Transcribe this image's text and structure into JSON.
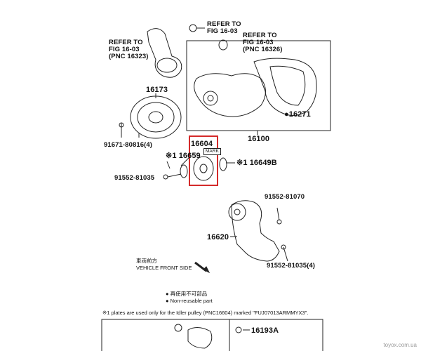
{
  "refs": {
    "ref1": [
      "REFER TO",
      "FIG 16-03"
    ],
    "ref2": [
      "REFER TO",
      "FIG 16-03",
      "(PNC 16323)"
    ],
    "ref3": [
      "REFER TO",
      "FIG 16-03",
      "(PNC 16326)"
    ]
  },
  "parts": {
    "p16173": "16173",
    "p91671": "91671-80816(4)",
    "p16271": "●16271",
    "p16100": "16100",
    "p16604": "16604",
    "mark": "MARK",
    "p16659": "※1 16659",
    "p16649B": "※1 16649B",
    "p91552a": "91552-81035",
    "p91552b": "91552-81070",
    "p16620": "16620",
    "p91552c": "91552-81035(4)",
    "p16193A": "16193A"
  },
  "notes": {
    "front_jp": "車両前方",
    "front_en": "VEHICLE FRONT SIDE",
    "legend_jp": "● 再使用不可部品",
    "legend_en": "● Non-reusable part",
    "footnote": "※1 plates are used only for the Idler pulley (PNC16604) marked \"FUJ07013ARMMYX3\".",
    "watermark": "toyox.com.ua"
  },
  "colors": {
    "highlight": "#d42a2a",
    "line": "#222222"
  }
}
